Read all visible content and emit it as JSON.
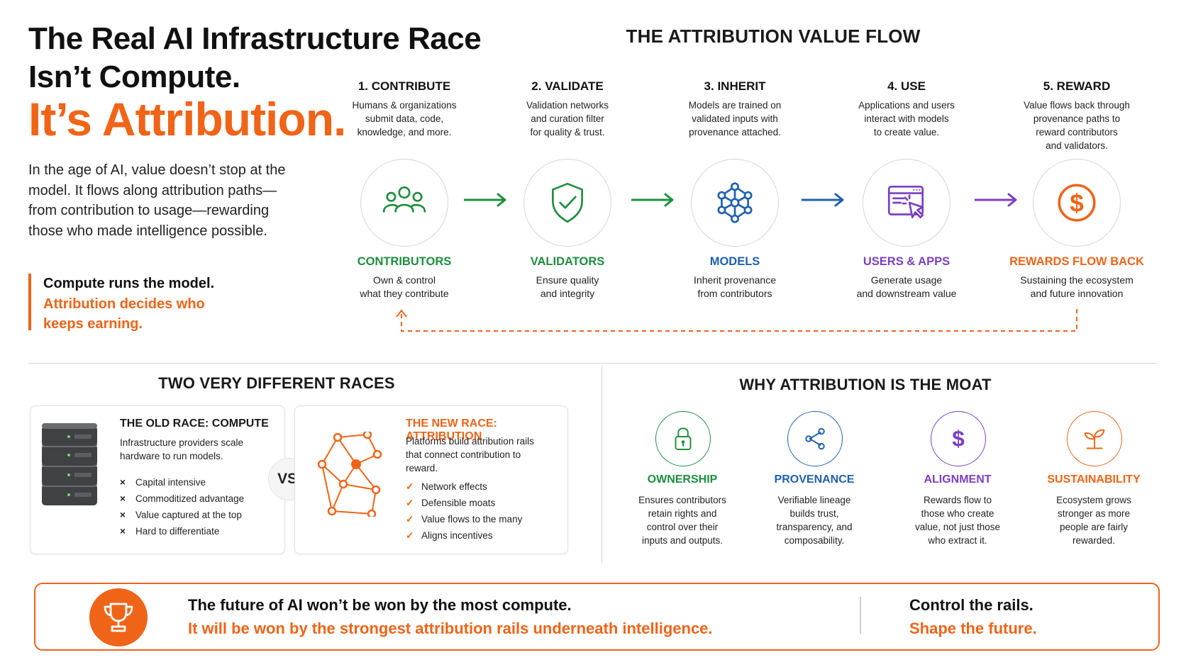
{
  "hero": {
    "title_line1": "The Real AI Infrastructure Race",
    "title_line2": "Isn’t Compute.",
    "accent": "It’s Attribution.",
    "intro": "In the age of AI, value doesn’t stop at the model. It flows along attribution paths—from contribution to usage—rewarding those who made intelligence possible.",
    "quote_line1": "Compute runs the model.",
    "quote_line2": "Attribution decides who keeps earning."
  },
  "flow": {
    "title": "THE ATTRIBUTION VALUE FLOW",
    "steps": [
      {
        "title": "1. CONTRIBUTE",
        "desc": [
          "Humans & organizations",
          "submit data, code,",
          "knowledge, and more."
        ],
        "actor": "CONTRIBUTORS",
        "actor_desc": [
          "Own & control",
          "what they contribute"
        ],
        "color": "#1e8e3e",
        "icon": "people-icon"
      },
      {
        "title": "2. VALIDATE",
        "desc": [
          "Validation networks",
          "and curation filter",
          "for quality & trust."
        ],
        "actor": "VALIDATORS",
        "actor_desc": [
          "Ensure quality",
          "and integrity"
        ],
        "color": "#1e8e3e",
        "icon": "shield-check-icon"
      },
      {
        "title": "3. INHERIT",
        "desc": [
          "Models are trained on",
          "validated inputs with",
          "provenance attached."
        ],
        "actor": "MODELS",
        "actor_desc": [
          "Inherit provenance",
          "from contributors"
        ],
        "color": "#1f5fb0",
        "icon": "network-icon"
      },
      {
        "title": "4. USE",
        "desc": [
          "Applications and users",
          "interact with models",
          "to create value."
        ],
        "actor": "USERS & APPS",
        "actor_desc": [
          "Generate usage",
          "and downstream value"
        ],
        "color": "#7b3fc4",
        "icon": "app-cursor-icon"
      },
      {
        "title": "5. REWARD",
        "desc": [
          "Value flows back through",
          "provenance paths to",
          "reward contributors",
          "and validators."
        ],
        "actor": "REWARDS FLOW BACK",
        "actor_desc": [
          "Sustaining the ecosystem",
          "and future innovation"
        ],
        "color": "#f06418",
        "icon": "dollar-coin-icon"
      }
    ],
    "arrow_colors": [
      "#1e8e3e",
      "#1e8e3e",
      "#1f5fb0",
      "#7b3fc4"
    ]
  },
  "races": {
    "title": "TWO VERY DIFFERENT RACES",
    "old": {
      "title": "THE OLD RACE: COMPUTE",
      "desc": [
        "Infrastructure providers scale",
        "hardware to run models."
      ],
      "items": [
        "Capital intensive",
        "Commoditized advantage",
        "Value captured at the top",
        "Hard to differentiate"
      ],
      "mark": "×"
    },
    "vs": "VS.",
    "new": {
      "title": "THE NEW RACE: ATTRIBUTION",
      "desc": [
        "Platforms build attribution rails",
        "that connect contribution to",
        "reward."
      ],
      "items": [
        "Network effects",
        "Defensible moats",
        "Value flows to the many",
        "Aligns incentives"
      ],
      "mark": "✓"
    }
  },
  "moat": {
    "title": "WHY ATTRIBUTION IS THE MOAT",
    "items": [
      {
        "label": "OWNERSHIP",
        "desc": [
          "Ensures contributors",
          "retain rights and",
          "control over their",
          "inputs and outputs."
        ],
        "color": "#1e8e3e",
        "icon": "lock-icon"
      },
      {
        "label": "PROVENANCE",
        "desc": [
          "Verifiable lineage",
          "builds trust,",
          "transparency, and",
          "composability."
        ],
        "color": "#1f5fb0",
        "icon": "share-icon"
      },
      {
        "label": "ALIGNMENT",
        "desc": [
          "Rewards flow to",
          "those who create",
          "value, not just those",
          "who extract it."
        ],
        "color": "#7b3fc4",
        "icon": "dollar-icon"
      },
      {
        "label": "SUSTAINABILITY",
        "desc": [
          "Ecosystem grows",
          "stronger as more",
          "people are fairly",
          "rewarded."
        ],
        "color": "#f06418",
        "icon": "sprout-icon"
      }
    ]
  },
  "footer": {
    "line1": "The future of AI won’t be won by the most compute.",
    "line2": "It will be won by the strongest attribution rails underneath intelligence.",
    "right1": "Control the rails.",
    "right2": "Shape the future."
  }
}
